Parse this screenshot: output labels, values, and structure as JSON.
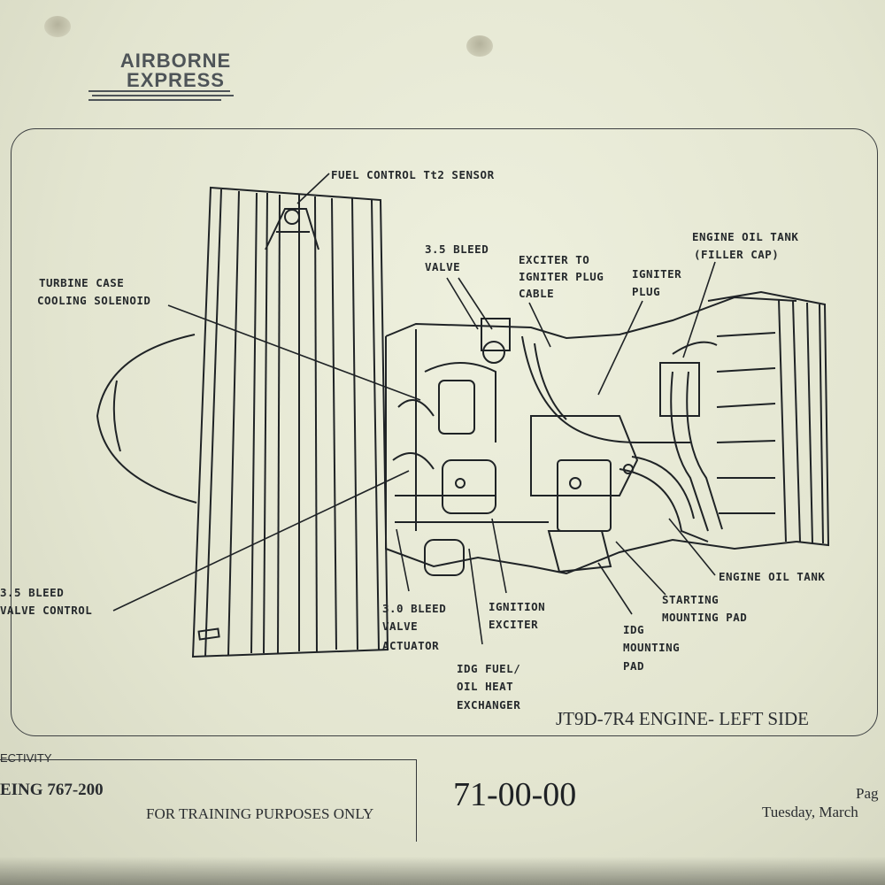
{
  "logo": {
    "line1": "AIRBORNE",
    "line2": "EXPRESS"
  },
  "callouts": {
    "fuel_control": "FUEL CONTROL Tt2 SENSOR",
    "bleed_valve_35": [
      "3.5 BLEED",
      "VALVE"
    ],
    "exciter_cable": [
      "EXCITER TO",
      "IGNITER PLUG",
      "CABLE"
    ],
    "igniter_plug": [
      "IGNITER",
      "PLUG"
    ],
    "oil_tank_filler": [
      "ENGINE OIL TANK",
      "(FILLER CAP)"
    ],
    "turbine_case": [
      "TURBINE CASE",
      "COOLING SOLENOID"
    ],
    "bleed_valve_control": [
      "3.5 BLEED",
      "VALVE CONTROL"
    ],
    "bleed_actuator_30": [
      "3.0 BLEED",
      "VALVE",
      "ACTUATOR"
    ],
    "ignition_exciter": [
      "IGNITION",
      "EXCITER"
    ],
    "idg_fuel_oil": [
      "IDG FUEL/",
      "OIL HEAT",
      "EXCHANGER"
    ],
    "idg_mounting": [
      "IDG",
      "MOUNTING",
      "PAD"
    ],
    "starting_pad": [
      "STARTING",
      "MOUNTING PAD"
    ],
    "engine_oil_tank": "ENGINE OIL TANK"
  },
  "caption": "JT9D-7R4 ENGINE- LEFT SIDE",
  "footer": {
    "effectivity_label": "ECTIVITY",
    "aircraft": "EING 767-200",
    "training_note": "FOR TRAINING PURPOSES ONLY",
    "doc_number": "71-00-00",
    "page_label": "Pag",
    "date": "Tuesday, March"
  }
}
